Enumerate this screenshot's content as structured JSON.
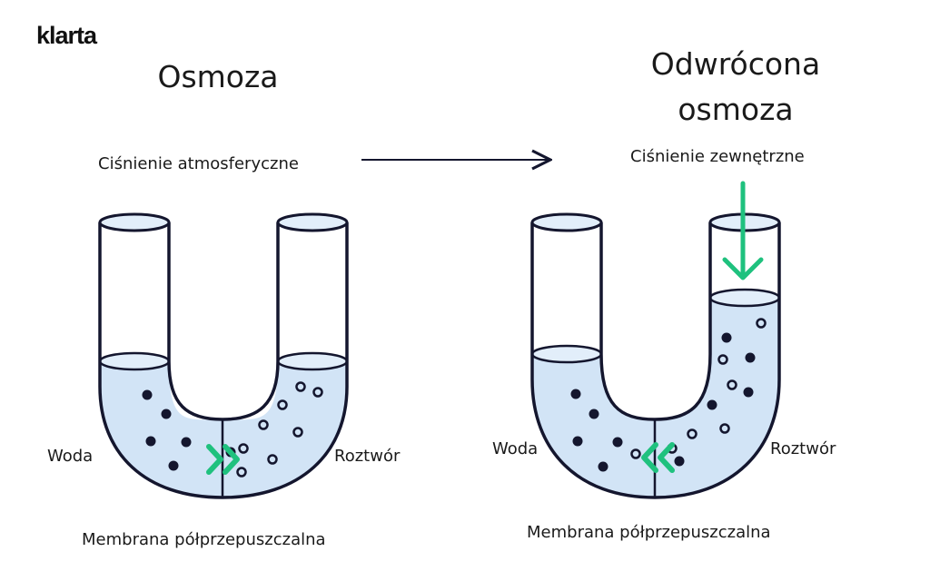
{
  "brand": {
    "logo_text": "klarta"
  },
  "left_panel": {
    "title": "Osmoza",
    "pressure_label": "Ciśnienie atmosferyczne",
    "left_label": "Woda",
    "right_label": "Roztwór",
    "membrane_label": "Membrana półprzepuszczalna"
  },
  "right_panel": {
    "title_line1": "Odwrócona",
    "title_line2": "osmoza",
    "pressure_label": "Ciśnienie zewnętrzne",
    "left_label": "Woda",
    "right_label": "Roztwór",
    "membrane_label": "Membrana półprzepuszczalna"
  },
  "colors": {
    "water": "#d2e4f6",
    "water_surface": "#e2eefa",
    "outline": "#14162e",
    "accent": "#1fc17e",
    "solvent_dot": "#14162e",
    "solute_ring": "#14162e"
  },
  "icons": [
    "right-arrow-icon",
    "down-arrow-icon",
    "double-chevron-right-icon",
    "double-chevron-left-icon"
  ]
}
